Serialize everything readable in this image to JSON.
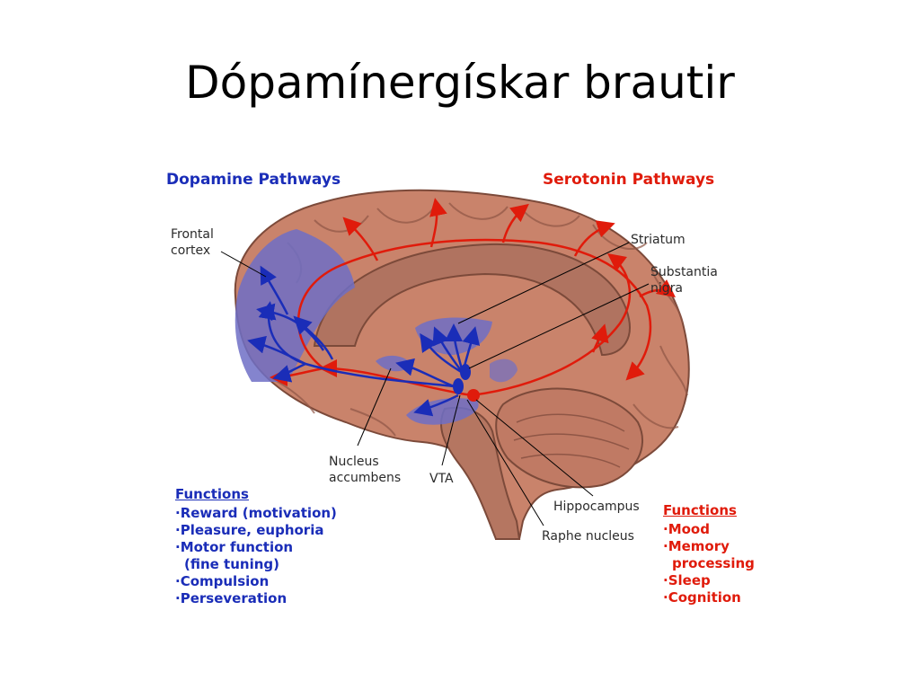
{
  "slide": {
    "title": "Dópamínergískar brautir"
  },
  "colors": {
    "dopamine": "#1a2db8",
    "serotonin": "#e01b0b",
    "brain": "#c9836b",
    "dopamine_region": "#6f6fc6"
  },
  "diagram": {
    "dopamine_header": "Dopamine Pathways",
    "serotonin_header": "Serotonin Pathways",
    "labels": {
      "frontal_cortex": "Frontal\ncortex",
      "striatum": "Striatum",
      "substantia_nigra": "Substantia\nnigra",
      "nucleus_accumbens": "Nucleus\naccumbens",
      "vta": "VTA",
      "hippocampus": "Hippocampus",
      "raphe_nucleus": "Raphe nucleus"
    },
    "dopamine_functions": {
      "heading": "Functions",
      "items": [
        "·Reward (motivation)",
        "·Pleasure, euphoria",
        "·Motor function",
        "(fine tuning)",
        "·Compulsion",
        "·Perseveration"
      ]
    },
    "serotonin_functions": {
      "heading": "Functions",
      "items": [
        "·Mood",
        "·Memory",
        "processing",
        "·Sleep",
        "·Cognition"
      ]
    }
  }
}
